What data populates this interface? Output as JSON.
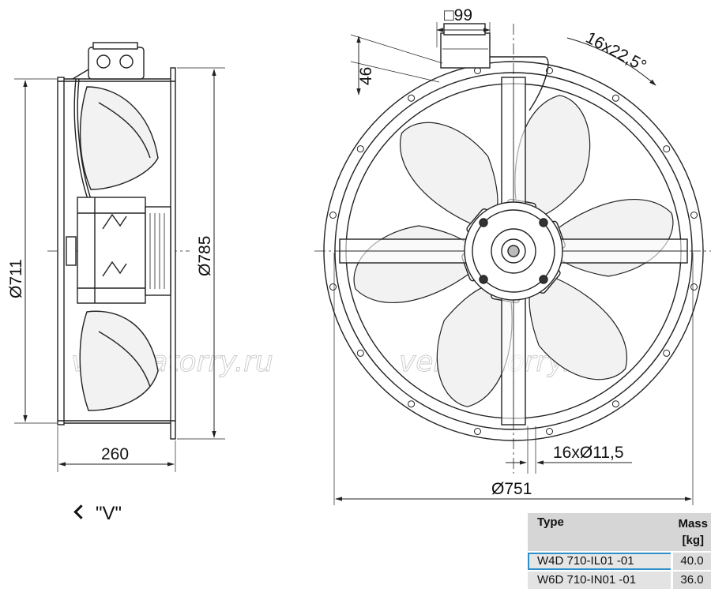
{
  "dimensions": {
    "d711": "Ø711",
    "d785": "Ø785",
    "w260": "260",
    "d751": "Ø751",
    "sq99": "□99",
    "h46": "46",
    "holes_angle": "16x22,5°",
    "holes_dia": "16xØ11,5"
  },
  "view_label": "\"V\"",
  "watermark": "ventilatorry.ru",
  "table": {
    "col_type": "Type",
    "col_mass_line1": "Mass",
    "col_mass_line2": "[kg]",
    "rows": [
      {
        "type": "W4D 710-IL01    -01",
        "mass": "40.0",
        "selected": true
      },
      {
        "type": "W6D 710-IN01    -01",
        "mass": "36.0",
        "selected": false
      }
    ]
  },
  "colors": {
    "line": "#222222",
    "blade_fill": "#f2f2f2",
    "watermark": "#c9c9c9",
    "table_header": "#d6d6d6",
    "table_selected_border": "#2f8fc8"
  }
}
